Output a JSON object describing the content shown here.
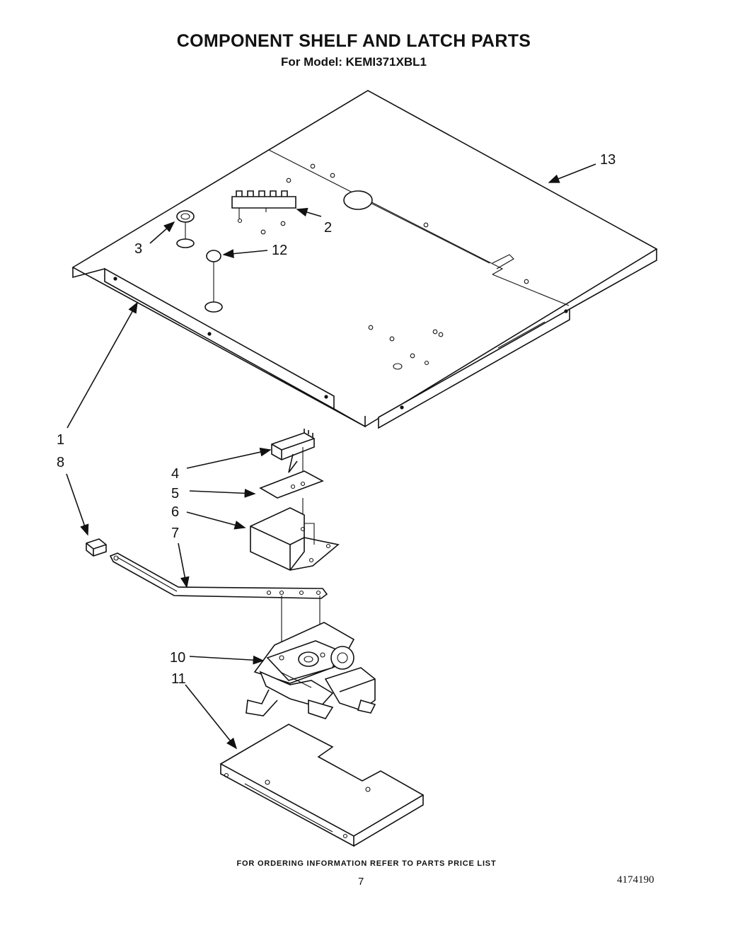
{
  "header": {
    "title": "COMPONENT SHELF AND LATCH PARTS",
    "subtitle": "For Model: KEMI371XBL1"
  },
  "callouts": {
    "c1": "1",
    "c2": "2",
    "c3": "3",
    "c4": "4",
    "c5": "5",
    "c6": "6",
    "c7": "7",
    "c8": "8",
    "c10": "10",
    "c11": "11",
    "c12": "12",
    "c13": "13"
  },
  "footer": {
    "ordering_note": "FOR ORDERING INFORMATION REFER TO PARTS PRICE LIST",
    "page_number": "7",
    "document_number": "4174190"
  }
}
